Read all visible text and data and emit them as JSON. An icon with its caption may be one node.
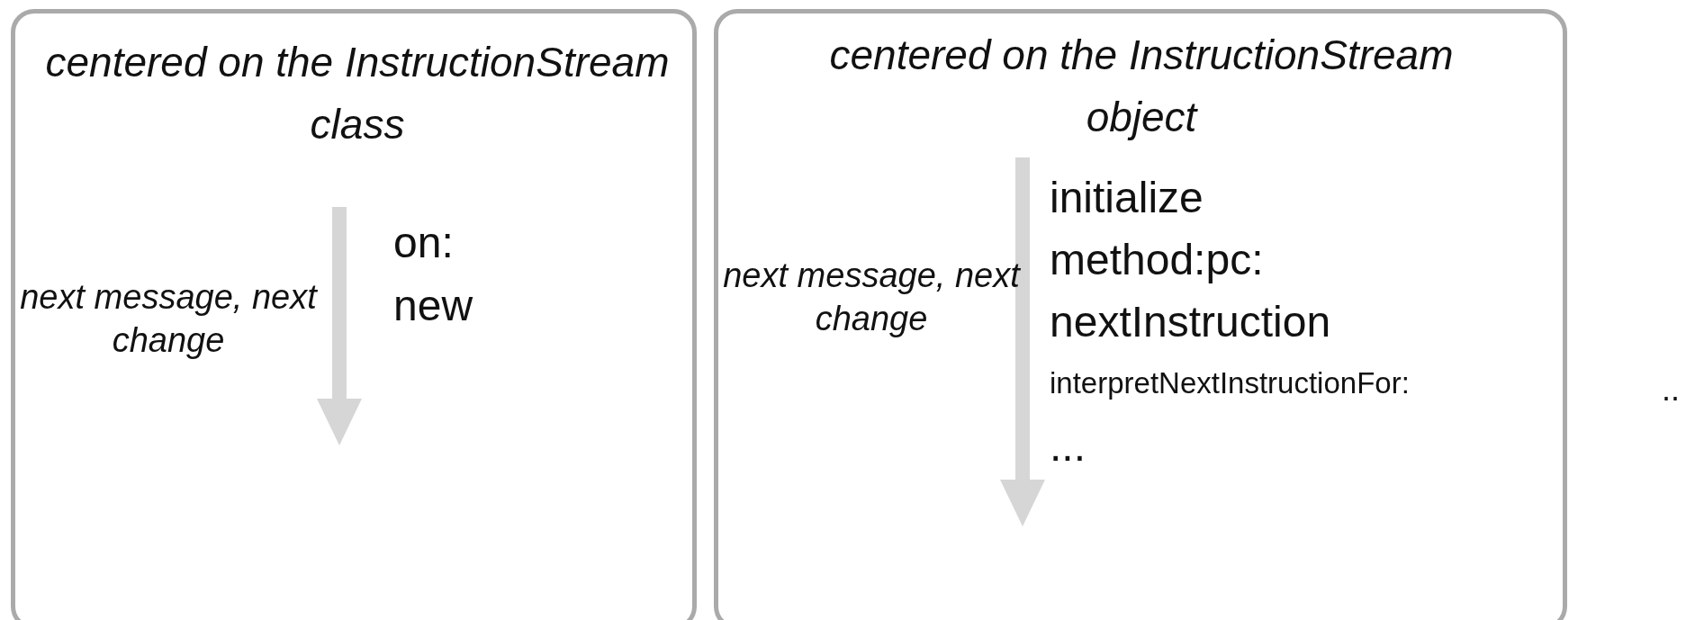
{
  "diagram": {
    "nodes": [
      {
        "text": [
          "centered on the InstructionStream class",
          "next message, next change",
          "on:",
          "new"
        ]
      },
      {
        "text": [
          "centered on the InstructionStream object",
          "next message, next change",
          "initialize",
          "method:pc:",
          "nextInstruction",
          "interpretNextInstructionFor:",
          "..."
        ]
      }
    ],
    "edges": [],
    "labels": [
      ".."
    ]
  }
}
